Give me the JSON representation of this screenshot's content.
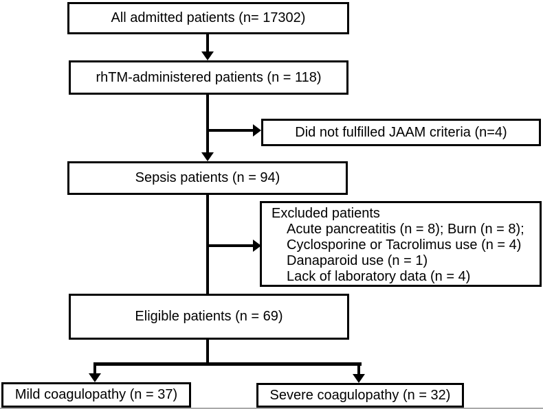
{
  "figure": {
    "type": "patient-flow-diagram",
    "background_color": "#ffffff",
    "line_color": "#000000",
    "bottom_edge_color": "#a8a8a8"
  },
  "boxes": {
    "all_admitted": {
      "label": "All admitted patients (n= 17302)"
    },
    "rhtm": {
      "label": "rhTM-administered patients (n = 118)"
    },
    "jaam": {
      "label": "Did not fulfilled JAAM criteria (n=4)"
    },
    "sepsis": {
      "label": "Sepsis patients (n = 94)"
    },
    "excluded": {
      "title": "Excluded patients",
      "items": [
        "Acute pancreatitis (n = 8); Burn (n = 8);",
        "Cyclosporine or Tacrolimus use (n = 4)",
        "Danaparoid use (n = 1)",
        "Lack of laboratory data (n = 4)"
      ]
    },
    "eligible": {
      "label": "Eligible patients (n = 69)"
    },
    "mild": {
      "label": "Mild coagulopathy (n = 37)"
    },
    "severe": {
      "label": "Severe coagulopathy (n = 32)"
    }
  }
}
